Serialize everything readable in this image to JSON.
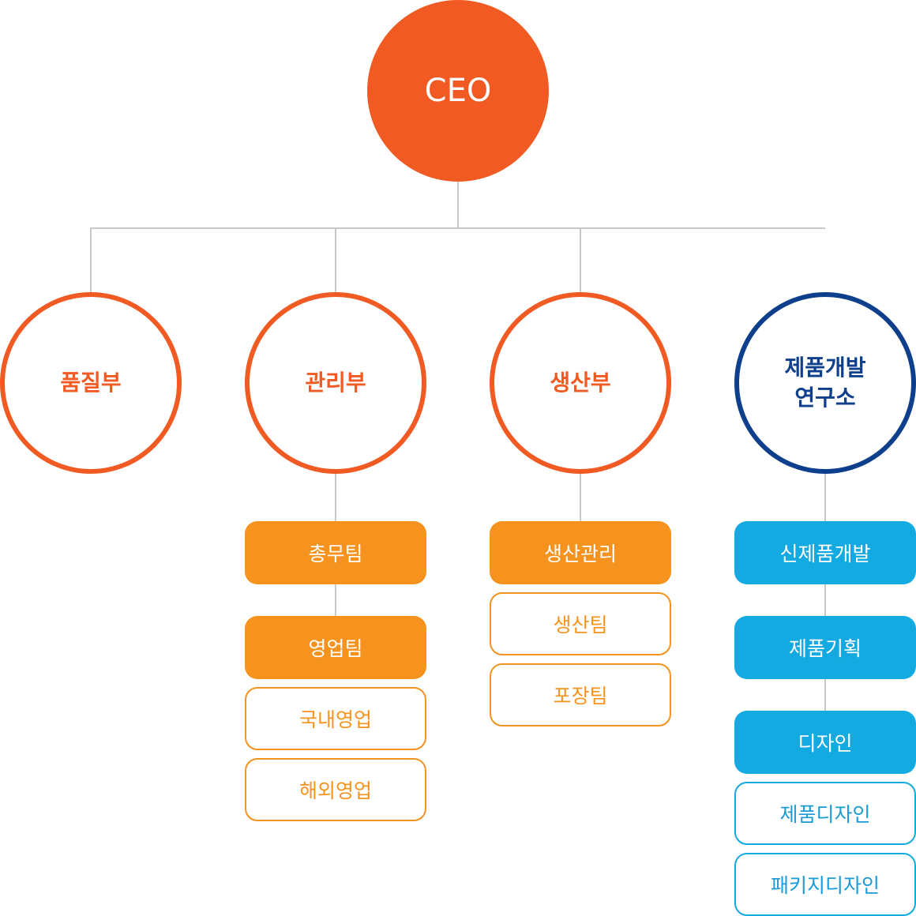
{
  "ceo": {
    "label": "CEO"
  },
  "departments": [
    {
      "label": "품질부"
    },
    {
      "label": "관리부"
    },
    {
      "label": "생산부"
    },
    {
      "label": "제품개발\n연구소"
    }
  ],
  "teams": {
    "management": [
      "총무팀",
      "영업팀"
    ],
    "management_sub": [
      "국내영업",
      "해외영업"
    ],
    "production": [
      "생산관리"
    ],
    "production_sub": [
      "생산팀",
      "포장팀"
    ],
    "rnd": [
      "신제품개발",
      "제품기획",
      "디자인"
    ],
    "rnd_sub": [
      "제품디자인",
      "패키지디자인"
    ]
  },
  "colors": {
    "orange_primary": "#f15a22",
    "orange_box": "#f6921e",
    "navy": "#0d3f8c",
    "sky_blue": "#13a9e1",
    "connector": "#c8c8c8"
  }
}
